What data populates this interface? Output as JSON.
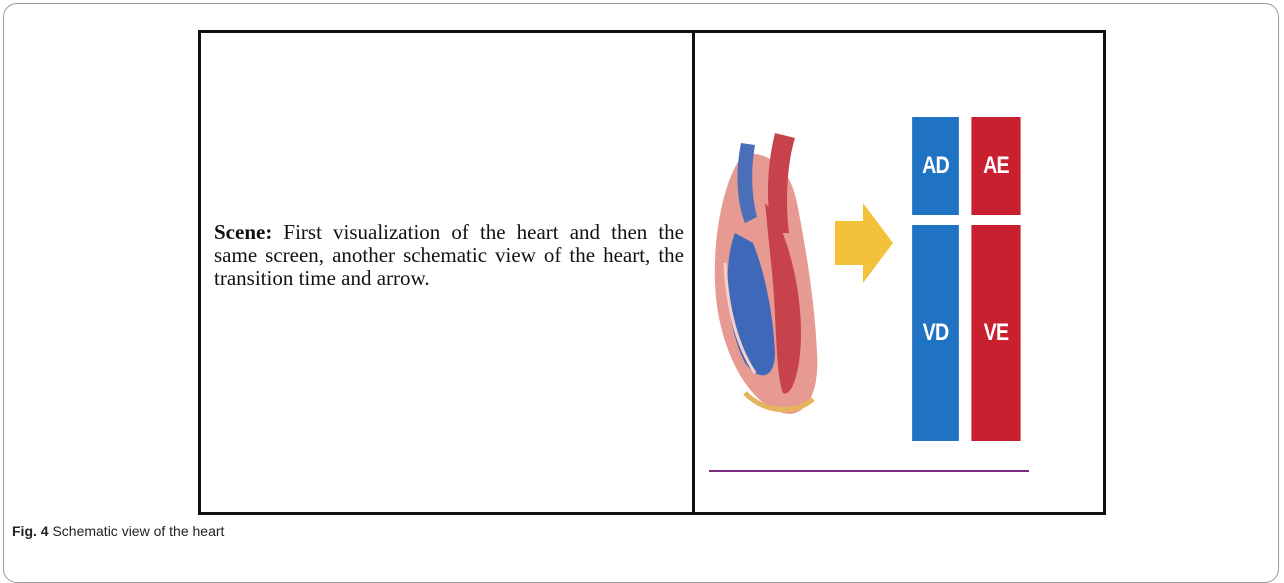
{
  "figure": {
    "scene_label": "Scene:",
    "scene_text": " First visualization of the heart and then the same screen, another schematic view of the heart, the transition time and arrow.",
    "chambers": {
      "top_left": "AD",
      "top_right": "AE",
      "bottom_left": "VD",
      "bottom_right": "VE"
    },
    "colors": {
      "right_side_blue": "#1f73c2",
      "left_side_red": "#c8202f",
      "arrow_yellow": "#f4c13a",
      "divider_purple": "#7b2a7f"
    }
  },
  "caption": {
    "label": "Fig. 4",
    "text": " Schematic view of the heart"
  }
}
